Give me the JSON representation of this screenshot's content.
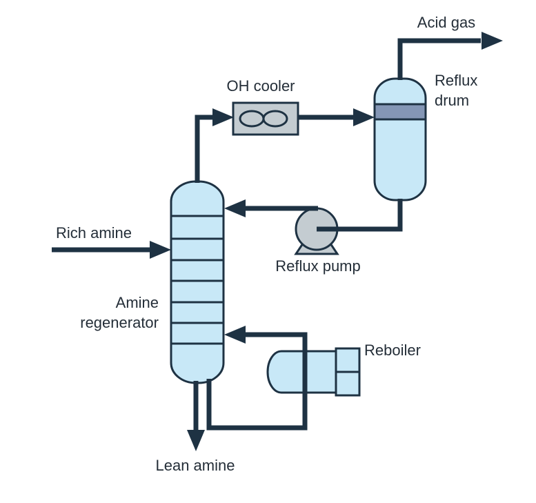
{
  "diagram": {
    "streams": {
      "acid_gas": "Acid gas",
      "rich_amine": "Rich amine",
      "lean_amine": "Lean amine"
    },
    "equipment": {
      "oh_cooler": "OH cooler",
      "reflux_drum_line1": "Reflux",
      "reflux_drum_line2": "drum",
      "amine_regenerator_line1": "Amine",
      "amine_regenerator_line2": "regenerator",
      "reflux_pump": "Reflux pump",
      "reboiler": "Reboiler"
    },
    "colors": {
      "line": "#1e3243",
      "vessel_fill": "#c8e8f7",
      "drum_band": "#8496b5",
      "equipment_gray": "#c4ccd1",
      "text": "#242e38",
      "background": "#ffffff"
    }
  }
}
